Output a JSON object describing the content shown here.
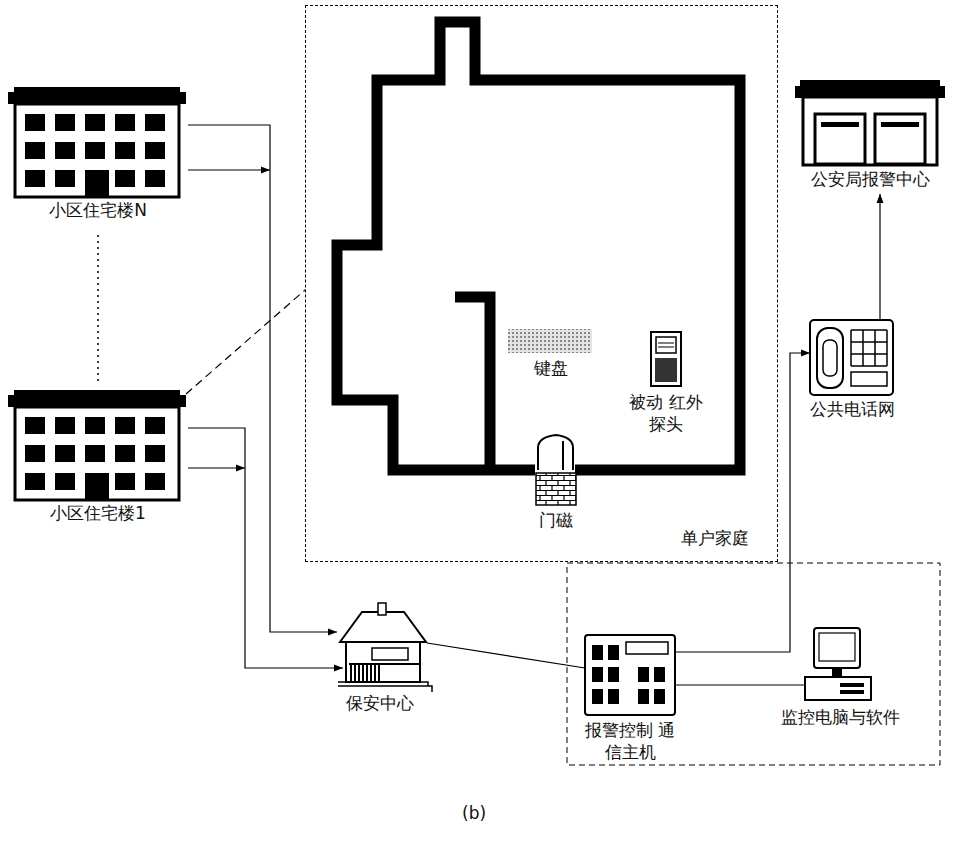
{
  "diagram": {
    "nodes": [
      {
        "text": [
          "小区住宅楼N"
        ]
      },
      {
        "text": [
          "小区住宅楼1"
        ]
      },
      {
        "text": [
          "单户家庭"
        ]
      },
      {
        "text": [
          "键盘"
        ],
        "in": 2
      },
      {
        "text": [
          "被动 红外探头"
        ],
        "in": 2
      },
      {
        "text": [
          "门磁"
        ],
        "in": 2
      },
      {
        "text": [
          "公安局报警中心"
        ]
      },
      {
        "text": [
          "公共电话网"
        ]
      },
      {
        "text": [
          "保安中心"
        ]
      },
      {
        "text": [
          "报警控制 通信主机"
        ]
      },
      {
        "text": [
          "监控电脑与软件"
        ]
      }
    ],
    "edges": [
      {
        "from": 0,
        "to": 8,
        "arrow": "to"
      },
      {
        "from": 1,
        "to": 8,
        "arrow": "to"
      },
      {
        "from": 1,
        "to": 2,
        "arrow": "none"
      },
      {
        "from": 8,
        "to": 9,
        "arrow": "none"
      },
      {
        "from": 9,
        "to": 7,
        "arrow": "to"
      },
      {
        "from": 7,
        "to": 6,
        "arrow": "to"
      },
      {
        "from": 9,
        "to": 10,
        "arrow": "none"
      }
    ],
    "labels": [
      "(b)"
    ]
  }
}
